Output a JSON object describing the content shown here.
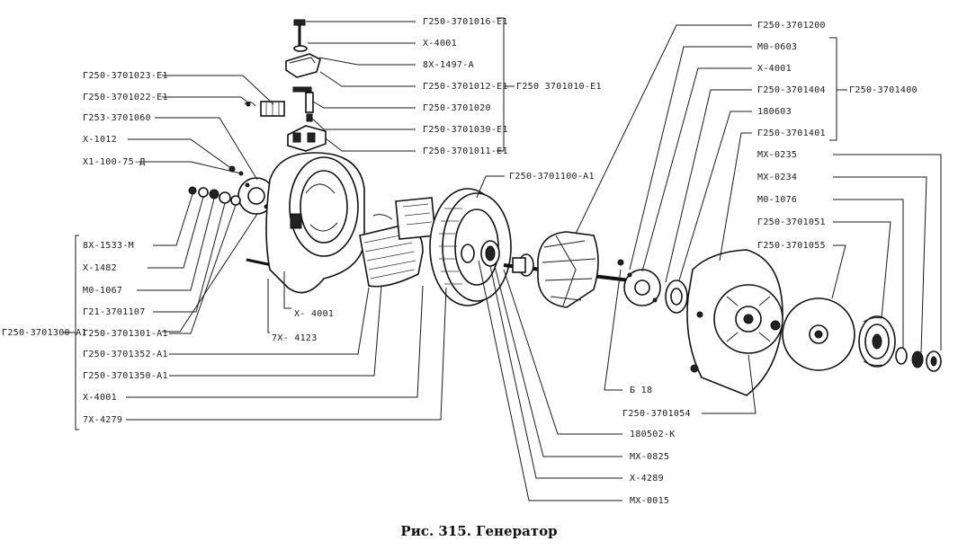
{
  "caption": "Рис. 315. Генератор",
  "labels": {
    "l01": "Г250-3701016-Е1",
    "l02": "Х-4001",
    "l03": "8Х-1497-А",
    "l04": "Г250-3701012-Е1",
    "l05": "Г250-3701020",
    "l06": "Г250-3701030-Е1",
    "l07": "Г250-3701011-Е1",
    "l08": "Г250 3701010-Е1",
    "l09": "Г250-3701023-Е1",
    "l10": "Г250-3701022-Е1",
    "l11": "Г253-3701060",
    "l12": "Х-1012",
    "l13": "Х1-100-75-Д",
    "l14": "8Х-1533-М",
    "l15": "Х-1482",
    "l16": "М0-1067",
    "l17": "Г21-3701107",
    "l18": "Г250-3701301-А1",
    "l19": "Г250-3701352-А1",
    "l20": "Г250-3701350-А1",
    "l21": "Х-4001",
    "l22": "7Х-4279",
    "l23": "Г250-3701300-А1",
    "l24": "Х- 4001",
    "l25": "7Х- 4123",
    "l26": "Г250-3701100-А1",
    "l27": "Г250-3701200",
    "l28": "М0-0603",
    "l29": "Х-4001",
    "l30": "Г250-3701404",
    "l31": "180603",
    "l32": "Г250-3701401",
    "l33": "Г250-3701400",
    "l34": "МХ-0235",
    "l35": "МХ-0234",
    "l36": "М0-1076",
    "l37": "Г250-3701051",
    "l38": "Г250-3701055",
    "l39": "Б 18",
    "l40": "Г250-3701054",
    "l41": "180502-К",
    "l42": "МХ-0825",
    "l43": "Х-4289",
    "l44": "МХ-0015"
  }
}
